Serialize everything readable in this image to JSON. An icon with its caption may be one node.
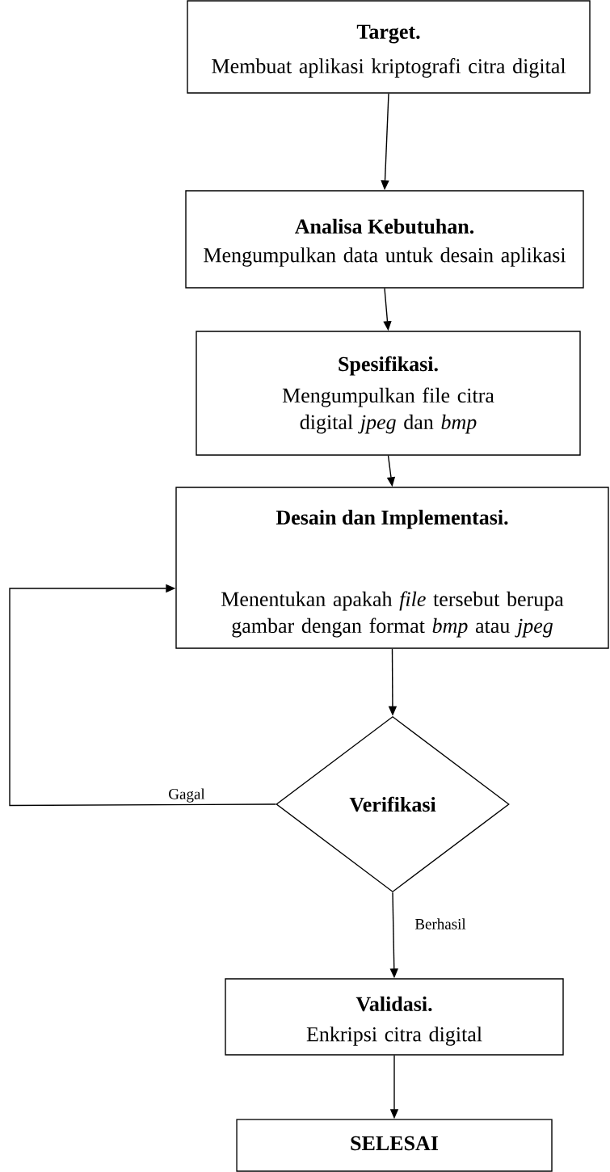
{
  "diagram": {
    "nodes": [
      {
        "text": [
          "Target.",
          "Membuat aplikasi kriptografi citra digital"
        ]
      },
      {
        "text": [
          "Analisa Kebutuhan.",
          "Mengumpulkan data untuk desain aplikasi"
        ]
      },
      {
        "text": [
          "Spesifikasi.",
          "Mengumpulkan file citra digital *jpeg* dan *bmp*"
        ]
      },
      {
        "text": [
          "Desain dan Implementasi.",
          "Menentukan apakah *file* tersebut berupa gambar dengan format *bmp* atau *jpeg*"
        ]
      },
      {
        "text": [
          "Verifikasi"
        ]
      },
      {
        "text": [
          "Validasi.",
          "Enkripsi citra digital"
        ]
      },
      {
        "text": [
          "SELESAI"
        ]
      }
    ],
    "edges": [
      {
        "from": 0,
        "to": 1,
        "arrow": "to"
      },
      {
        "from": 1,
        "to": 2,
        "arrow": "to"
      },
      {
        "from": 2,
        "to": 3,
        "arrow": "to"
      },
      {
        "from": 3,
        "to": 4,
        "arrow": "to"
      },
      {
        "from": 4,
        "to": 3,
        "arrow": "to",
        "label": "Gagal"
      },
      {
        "from": 4,
        "to": 5,
        "arrow": "to",
        "label": "Berhasil"
      },
      {
        "from": 5,
        "to": 6,
        "arrow": "to"
      }
    ]
  }
}
